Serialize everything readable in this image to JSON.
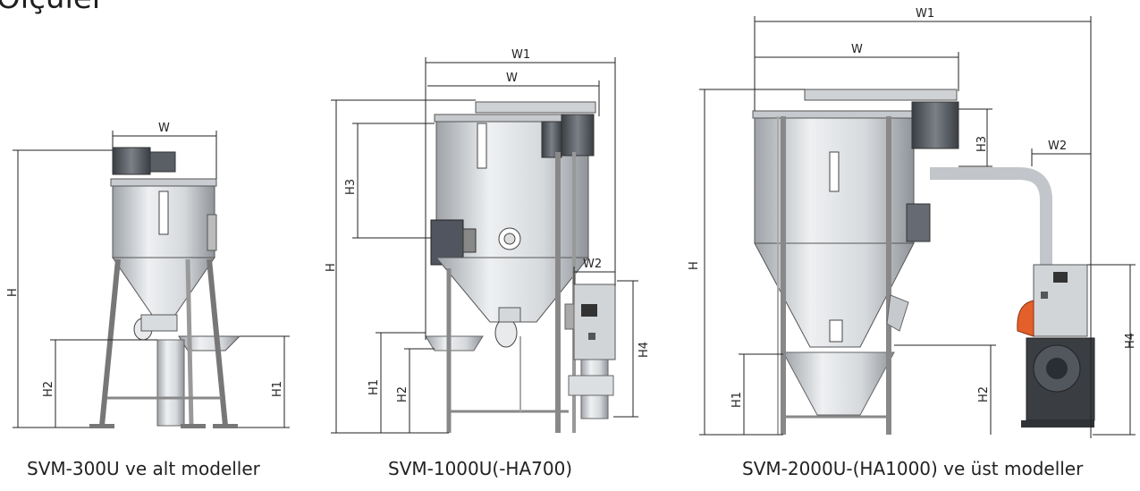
{
  "page": {
    "title": "Ölçüler"
  },
  "colors": {
    "steel_light": "#e6e8ea",
    "steel_mid": "#b9bdc1",
    "steel_dark": "#6f747a",
    "motor_dark": "#4a4f55",
    "control_panel": "#d2d5d8",
    "blower_dark": "#3a3d42",
    "accent_orange": "#e4602a"
  },
  "figures": [
    {
      "caption": "SVM-300U ve alt modeller",
      "dims": [
        "W",
        "H",
        "H1",
        "H2"
      ]
    },
    {
      "caption": "SVM-1000U(-HA700)",
      "dims": [
        "W1",
        "W",
        "H",
        "H3",
        "H1",
        "H2",
        "W2",
        "H4"
      ]
    },
    {
      "caption": "SVM-2000U-(HA1000) ve üst modeller",
      "dims": [
        "W1",
        "W",
        "H",
        "H3",
        "W2",
        "H1",
        "H2",
        "H4"
      ]
    }
  ]
}
